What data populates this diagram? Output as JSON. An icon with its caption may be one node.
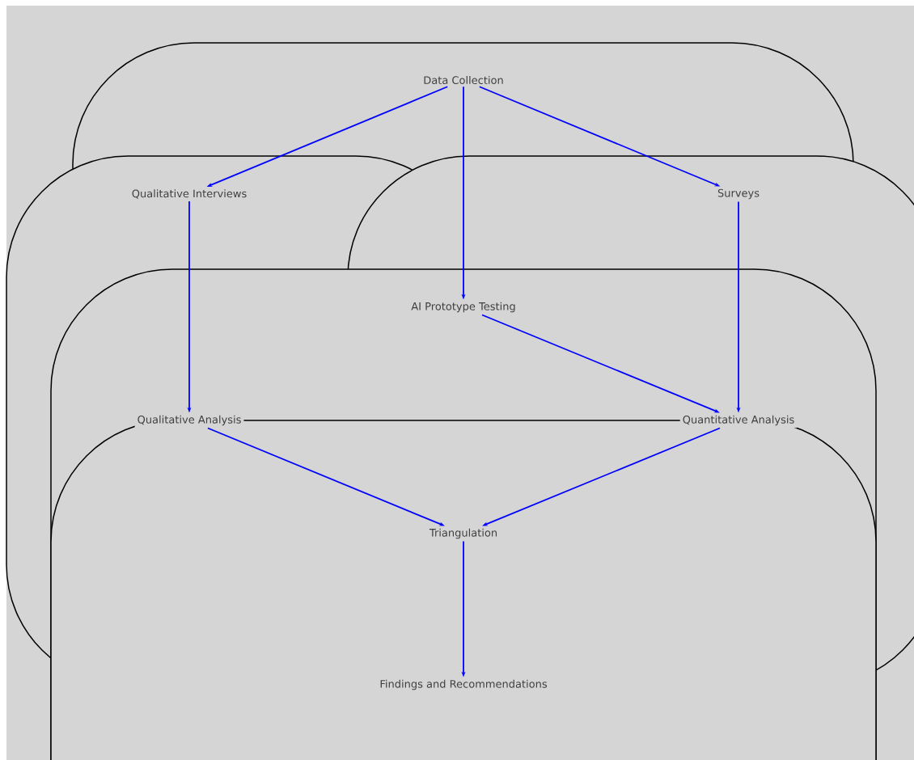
{
  "diagram": {
    "nodes": [
      {
        "text": [
          "Data Collection"
        ]
      },
      {
        "text": [
          "Qualitative Interviews"
        ]
      },
      {
        "text": [
          "Surveys"
        ]
      },
      {
        "text": [
          "AI Prototype Testing"
        ]
      },
      {
        "text": [
          "Qualitative Analysis"
        ]
      },
      {
        "text": [
          "Quantitative Analysis"
        ]
      },
      {
        "text": [
          "Triangulation"
        ]
      },
      {
        "text": [
          "Findings and Recommendations"
        ]
      }
    ],
    "edges": [
      {
        "from": 0,
        "to": 1,
        "arrow": "to"
      },
      {
        "from": 0,
        "to": 3,
        "arrow": "to"
      },
      {
        "from": 0,
        "to": 2,
        "arrow": "to"
      },
      {
        "from": 1,
        "to": 4,
        "arrow": "to"
      },
      {
        "from": 2,
        "to": 5,
        "arrow": "to"
      },
      {
        "from": 3,
        "to": 5,
        "arrow": "to"
      },
      {
        "from": 4,
        "to": 6,
        "arrow": "to"
      },
      {
        "from": 5,
        "to": 6,
        "arrow": "to"
      },
      {
        "from": 6,
        "to": 7,
        "arrow": "to"
      }
    ]
  }
}
